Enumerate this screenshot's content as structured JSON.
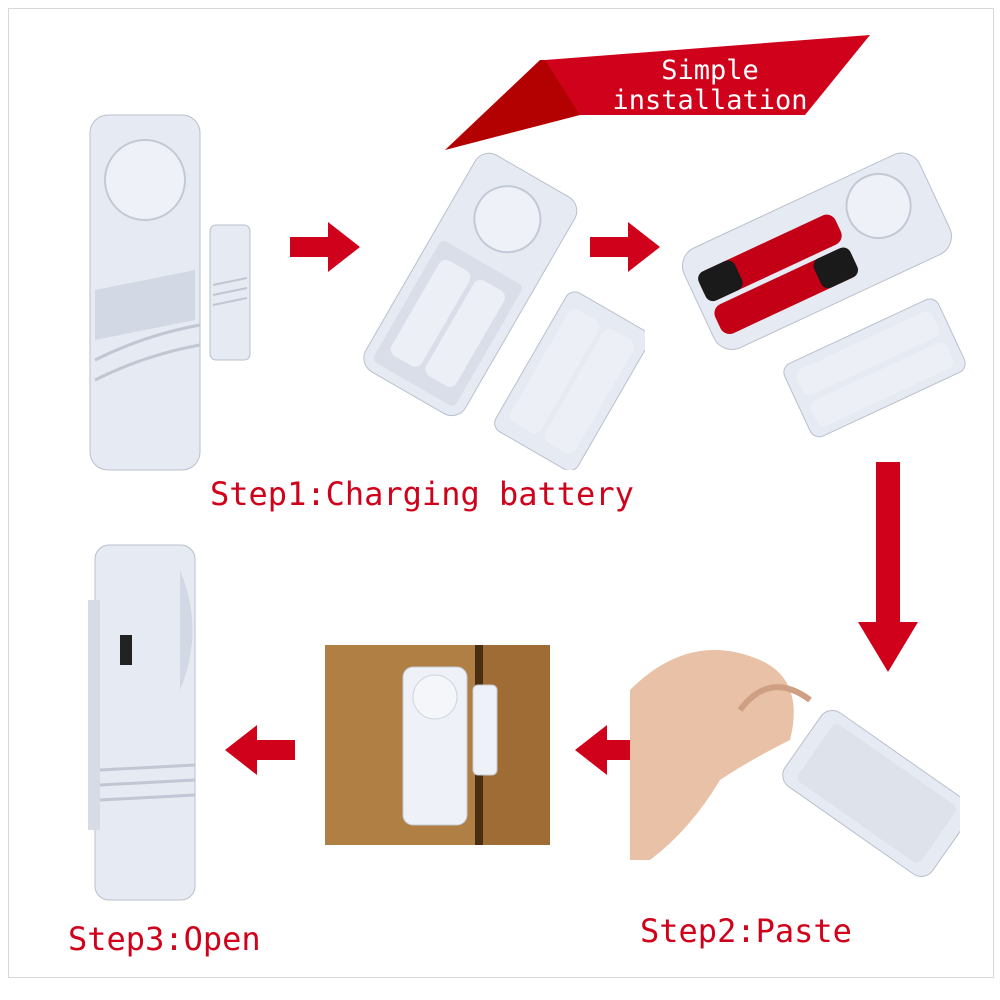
{
  "banner": {
    "line1": "Simple",
    "line2": "installation"
  },
  "steps": {
    "step1": "Step1:Charging battery",
    "step2": "Step2:Paste",
    "step3": "Step3:Open"
  },
  "colors": {
    "accent": "#d0021b",
    "device": "#e8ecf3",
    "wood": "#a8753a"
  }
}
